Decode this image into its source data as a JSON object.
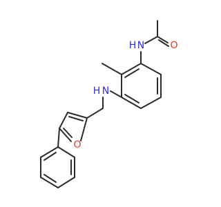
{
  "molecule": {
    "atoms": {
      "amide_nitrogen": "N",
      "amide_hydrogen": "H",
      "carbonyl_oxygen": "O",
      "amine_nitrogen": "N",
      "amine_hydrogen": "H",
      "furan_oxygen": "O"
    },
    "colors": {
      "bond": "#2b2b2b",
      "nitrogen": "#2f2fd6",
      "oxygen": "#e23a2a",
      "background": "#ffffff"
    }
  }
}
